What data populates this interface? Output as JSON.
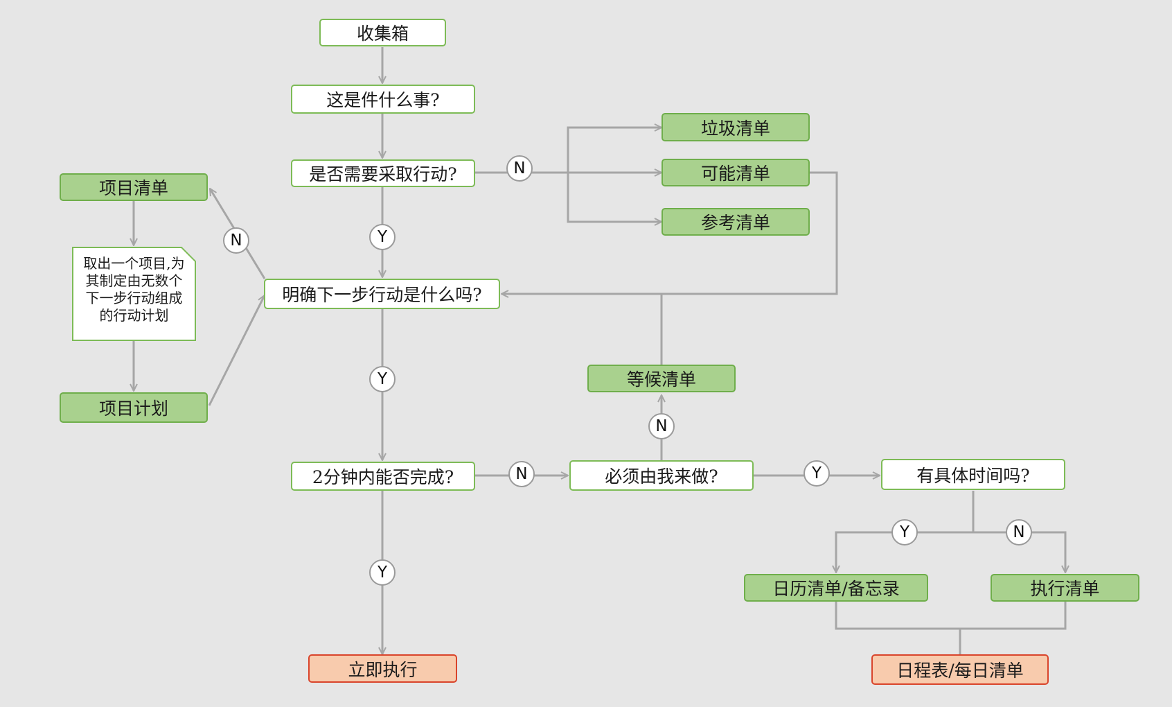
{
  "nodes": {
    "inbox": "收集箱",
    "what_is_it": "这是件什么事?",
    "actionable": "是否需要采取行动?",
    "trash": "垃圾清单",
    "maybe": "可能清单",
    "reference": "参考清单",
    "project_list": "项目清单",
    "project_note": "取出一个项目,为其制定由无数个下一步行动组成的行动计划",
    "project_plan": "项目计划",
    "next_action": "明确下一步行动是什么吗?",
    "waiting": "等候清单",
    "two_minutes": "2分钟内能否完成?",
    "must_i_do": "必须由我来做?",
    "specific_time": "有具体时间吗?",
    "calendar": "日历清单/备忘录",
    "action_list": "执行清单",
    "do_now": "立即执行",
    "schedule": "日程表/每日清单"
  },
  "badges": {
    "yes": "Y",
    "no": "N"
  },
  "colors": {
    "connector": "#a6a6a6",
    "action_fill": "#a9d18e",
    "action_border": "#6fae4b",
    "question_fill": "#ffffff",
    "question_border": "#7dbb56",
    "terminal_fill": "#f8cbad",
    "terminal_border": "#d9442b",
    "background": "#e6e6e6"
  }
}
